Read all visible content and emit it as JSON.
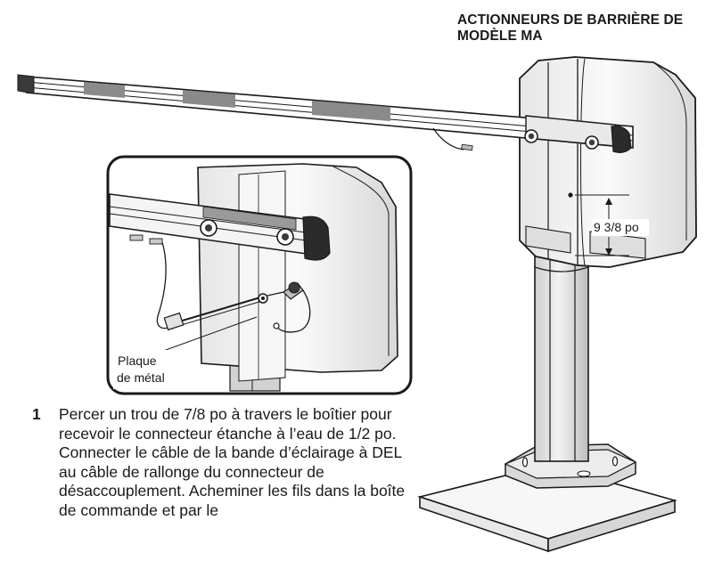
{
  "header": {
    "title": "ACTIONNEURS DE BARRIÈRE DE MODÈLE MA"
  },
  "figure": {
    "dimension_label": "9 3/8 po",
    "inset_callout_line1": "Plaque",
    "inset_callout_line2": "de métal"
  },
  "step": {
    "number": "1",
    "text": "Percer un trou de 7/8 po à travers le boîtier pour recevoir le connecteur étanche à l’eau de 1/2 po. Connecter le câble de la bande d’éclairage à DEL au câble de rallonge du connecteur de désaccouplement. Acheminer les fils dans la boîte de commande et par le"
  }
}
